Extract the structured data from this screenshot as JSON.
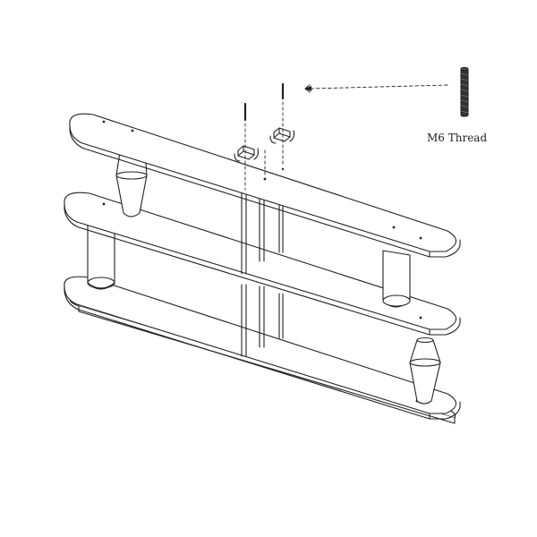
{
  "diagram": {
    "callout_label": "M6 Thread",
    "colors": {
      "line": "#222222",
      "fill": "#ffffff",
      "thread": "#333333"
    },
    "parts": [
      {
        "name": "shelf-top",
        "kind": "shelf"
      },
      {
        "name": "shelf-middle",
        "kind": "shelf"
      },
      {
        "name": "shelf-bottom",
        "kind": "shelf"
      },
      {
        "name": "cone-leg-top-left",
        "kind": "cone-leg"
      },
      {
        "name": "cylinder-leg-left",
        "kind": "cylinder-leg"
      },
      {
        "name": "cylinder-leg-right",
        "kind": "cylinder-leg"
      },
      {
        "name": "cone-leg-bottom-right",
        "kind": "cone-leg"
      },
      {
        "name": "threaded-rod",
        "kind": "hardware"
      },
      {
        "name": "connector-brackets",
        "kind": "hardware"
      },
      {
        "name": "thin-rods",
        "kind": "support"
      }
    ]
  }
}
